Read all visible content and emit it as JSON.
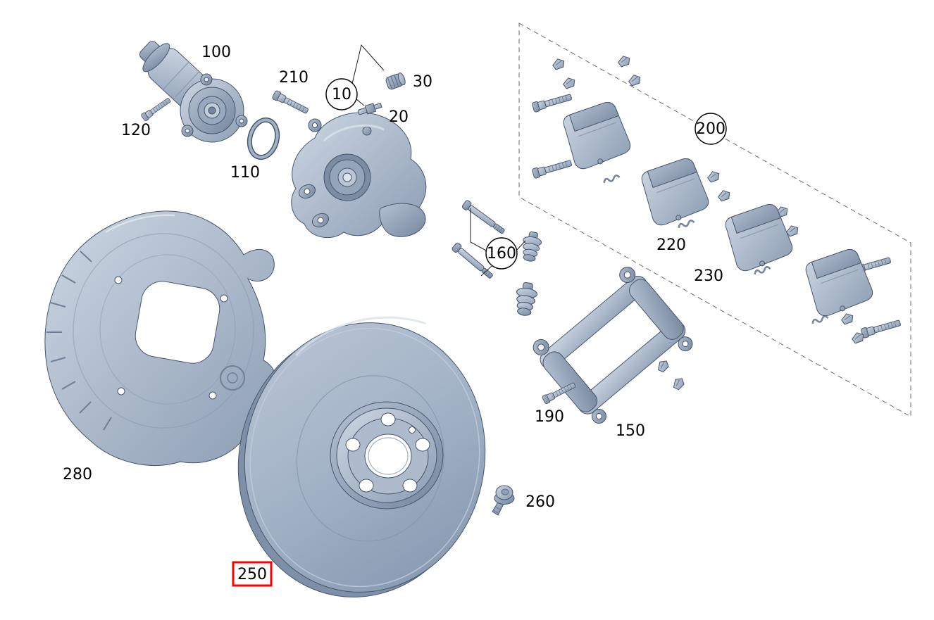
{
  "diagram": {
    "type": "exploded-parts-diagram",
    "subject": "rear-disc-brake-assembly",
    "background_color": "#ffffff",
    "colors": {
      "part_fill": "#a4b3c6",
      "part_fill_light": "#cdd7e3",
      "part_fill_dark": "#76879f",
      "part_outline": "#46566c",
      "label_text": "#000000",
      "callout_circle_fill": "#ffffff",
      "callout_circle_stroke": "#000000",
      "highlight_box_stroke": "#ff0000",
      "group_box_dash_stroke": "#6b6b6b"
    },
    "selected_callout": "250",
    "callouts": [
      {
        "id": "100",
        "label": "100",
        "style": "plain",
        "part": "parking-brake-actuator"
      },
      {
        "id": "120",
        "label": "120",
        "style": "plain",
        "part": "actuator-screw"
      },
      {
        "id": "110",
        "label": "110",
        "style": "plain",
        "part": "o-ring-seal"
      },
      {
        "id": "210",
        "label": "210",
        "style": "plain",
        "part": "caliper-guide-bolt"
      },
      {
        "id": "10",
        "label": "10",
        "style": "circled",
        "part": "brake-caliper"
      },
      {
        "id": "30",
        "label": "30",
        "style": "plain",
        "part": "bleeder-cap"
      },
      {
        "id": "20",
        "label": "20",
        "style": "plain",
        "part": "bleeder-valve"
      },
      {
        "id": "160",
        "label": "160",
        "style": "circled",
        "part": "guide-pin-and-boot-kit"
      },
      {
        "id": "200",
        "label": "200",
        "style": "circled",
        "part": "brake-pad-set"
      },
      {
        "id": "220",
        "label": "220",
        "style": "plain",
        "part": "brake-pad"
      },
      {
        "id": "230",
        "label": "230",
        "style": "plain",
        "part": "pad-retainer-clip"
      },
      {
        "id": "150",
        "label": "150",
        "style": "plain",
        "part": "caliper-carrier-bracket"
      },
      {
        "id": "190",
        "label": "190",
        "style": "plain",
        "part": "carrier-bolt"
      },
      {
        "id": "280",
        "label": "280",
        "style": "plain",
        "part": "brake-splash-shield"
      },
      {
        "id": "250",
        "label": "250",
        "style": "highlighted",
        "part": "brake-disc"
      },
      {
        "id": "260",
        "label": "260",
        "style": "plain",
        "part": "disc-retaining-screw"
      }
    ]
  }
}
